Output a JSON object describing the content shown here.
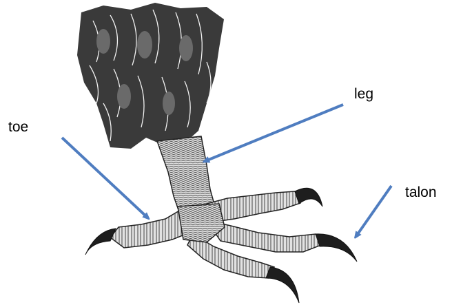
{
  "labels": {
    "leg": "leg",
    "toe": "toe",
    "talon": "talon"
  },
  "colors": {
    "arrow": "#4f7dc0",
    "ink": "#1a1a1a",
    "feather_dark": "#2b2b2b",
    "scale_fill": "#d8d8d8"
  },
  "illustration": {
    "subject": "bird-foot-drawing"
  }
}
